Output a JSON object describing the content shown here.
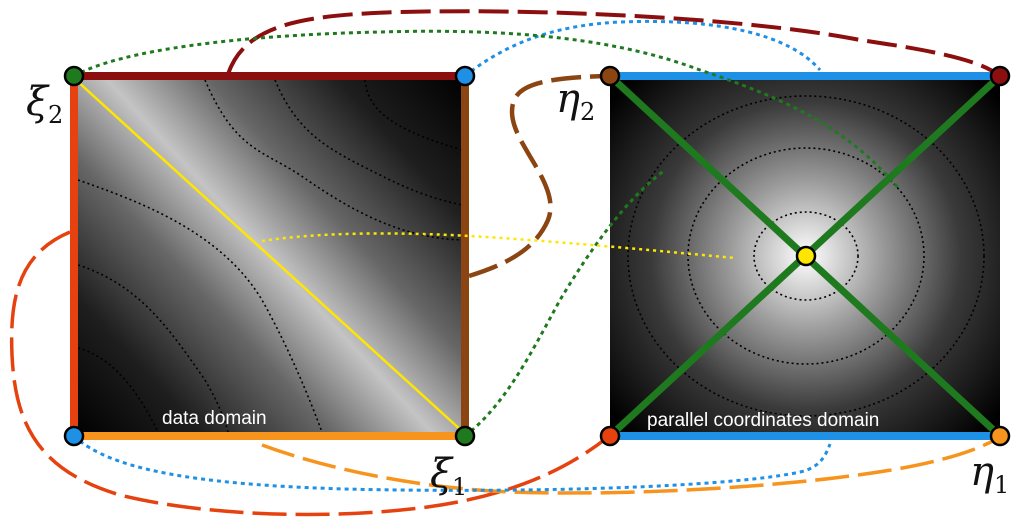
{
  "labels": {
    "data_domain": "data domain",
    "parallel_domain": "parallel coordinates domain"
  },
  "corners": {
    "xi2": {
      "symbol": "ξ",
      "sub": "2"
    },
    "xi1": {
      "symbol": "ξ",
      "sub": "1"
    },
    "eta2": {
      "symbol": "η",
      "sub": "2"
    },
    "eta1": {
      "symbol": "η",
      "sub": "1"
    }
  },
  "colors": {
    "dark_red": "#8b0f0f",
    "brown": "#8b4513",
    "orange_red": "#e64210",
    "orange": "#f7941d",
    "blue": "#1e90e6",
    "green": "#1f7a1f",
    "yellow": "#ffe600"
  }
}
